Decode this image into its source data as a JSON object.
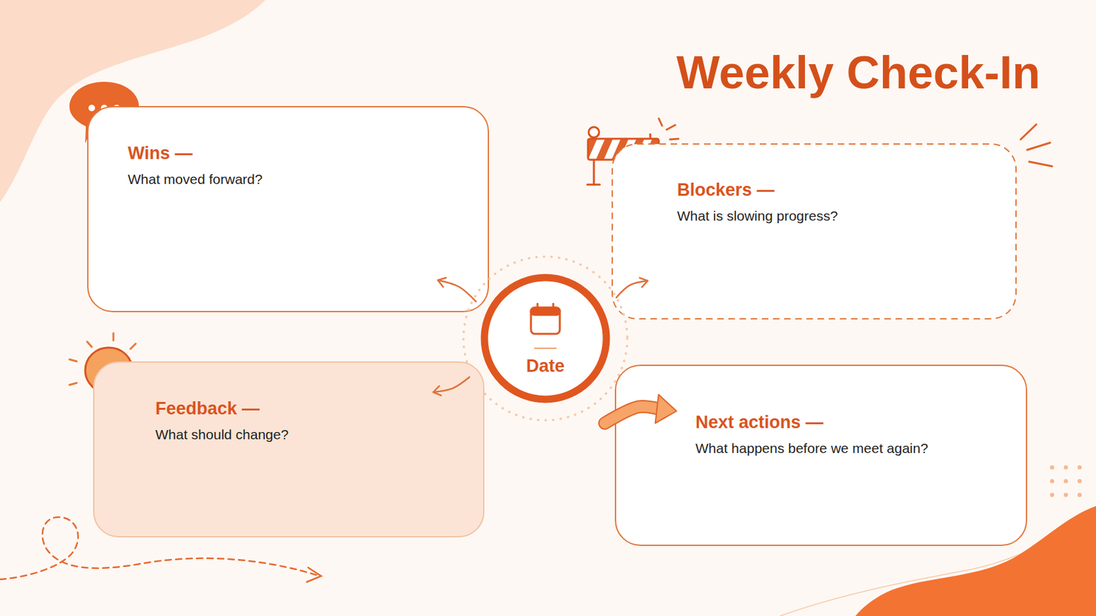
{
  "diagram": {
    "title": "Weekly Check-In",
    "nodes": [
      {
        "text": [
          "Wins —",
          "What moved forward?"
        ]
      },
      {
        "text": [
          "Blockers —",
          "What is slowing progress?"
        ]
      },
      {
        "text": [
          "Date"
        ]
      },
      {
        "text": [
          "Feedback —",
          "What should change?"
        ]
      },
      {
        "text": [
          "Next actions —",
          "What happens before we meet again?"
        ]
      }
    ],
    "edges": [
      {
        "from": 2,
        "to": 0,
        "arrow": "to"
      },
      {
        "from": 2,
        "to": 1,
        "arrow": "to"
      },
      {
        "from": 2,
        "to": 3,
        "arrow": "to"
      },
      {
        "from": 2,
        "to": 4,
        "arrow": "to"
      }
    ]
  }
}
